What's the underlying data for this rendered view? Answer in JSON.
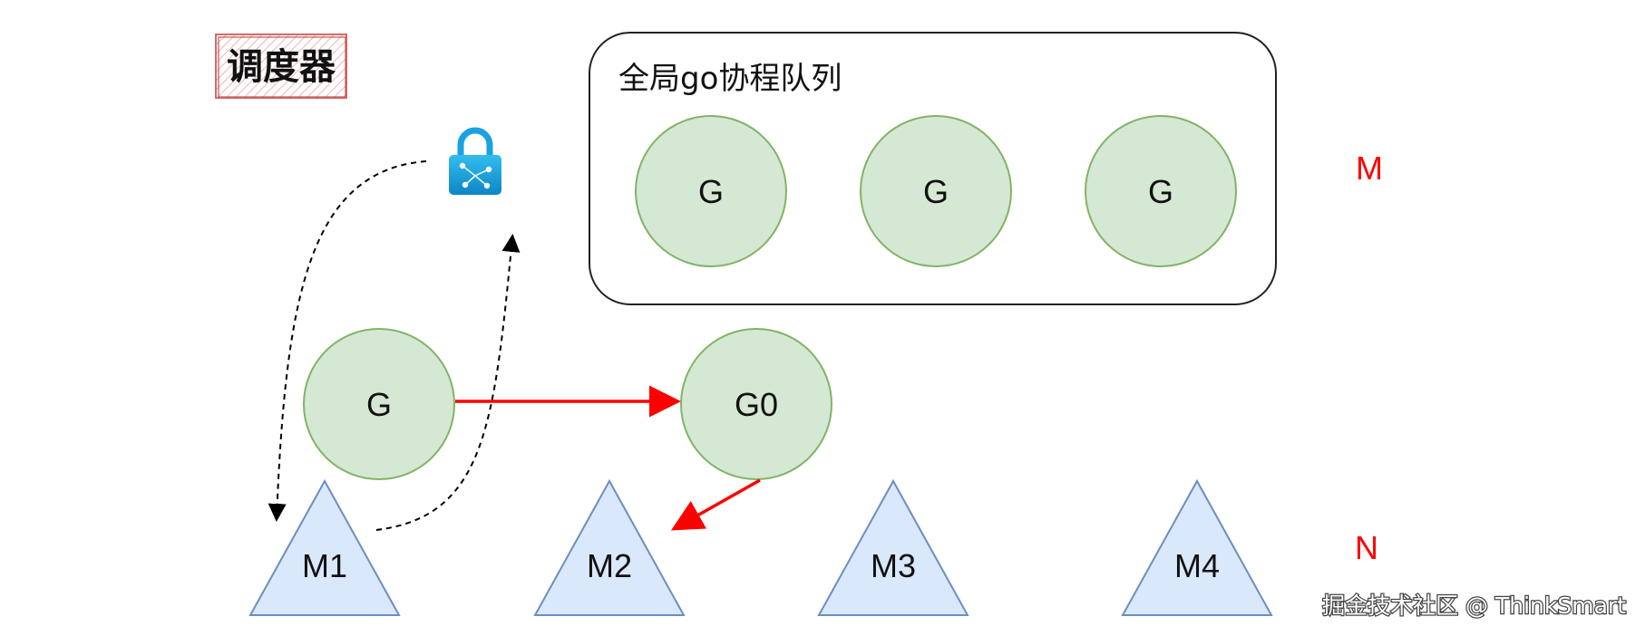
{
  "scheduler": {
    "label": "调度器"
  },
  "global_queue": {
    "title": "全局go协程队列",
    "goroutines": [
      "G",
      "G",
      "G"
    ]
  },
  "running_goroutine": {
    "label": "G"
  },
  "g0": {
    "label": "G0"
  },
  "threads": [
    "M1",
    "M2",
    "M3",
    "M4"
  ],
  "side_labels": {
    "top": "M",
    "bottom": "N"
  },
  "lock": {
    "icon": "lock-icon"
  },
  "watermark": "掘金技术社区 @ ThinkSmart",
  "colors": {
    "goroutine_fill": "#d5e8d4",
    "goroutine_stroke": "#82b366",
    "thread_fill": "#dae8fc",
    "thread_stroke": "#6c8ebf",
    "accent_red": "#ff0000",
    "lock_blue": "#1ba1e2"
  }
}
